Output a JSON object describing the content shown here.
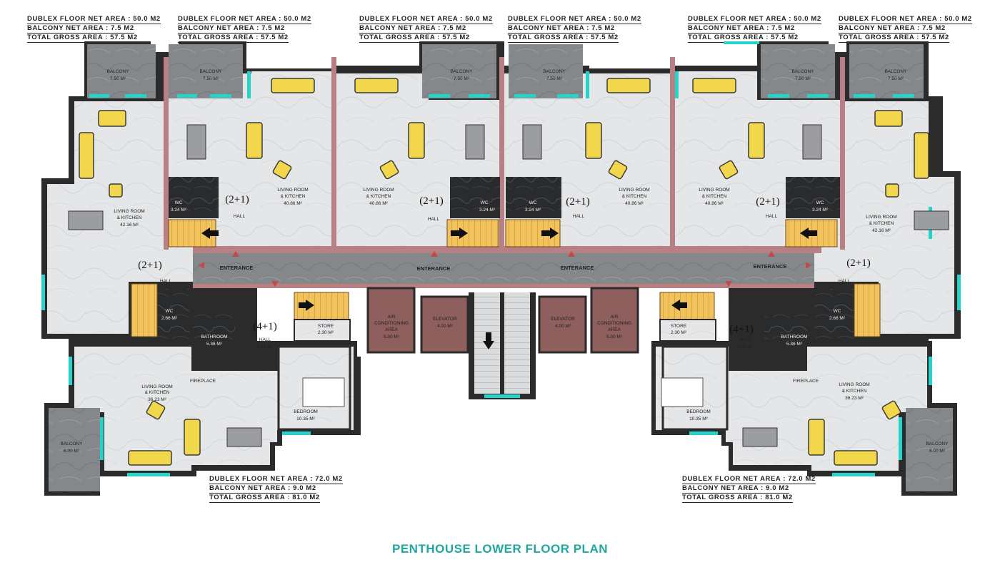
{
  "title": {
    "text": "PENTHOUSE LOWER FLOOR PLAN",
    "color": "#1fa7a0"
  },
  "colors": {
    "wall_red": "#b87f84",
    "wall_dark": "#2b2b2b",
    "marble": "#e4e6e8",
    "balcony": "#7f8285",
    "corridor": "#8e9194",
    "window": "#27d3c9",
    "furniture": "#f2d64b",
    "stair": "#f2c35c",
    "service_room": "#8e5f5c"
  },
  "dublex_2plus1": {
    "line1": "DUBLEX FLOOR NET AREA : 50.0 M2",
    "line2": "BALCONY NET AREA : 7.5 M2",
    "line3": "TOTAL GROSS AREA : 57.5 M2"
  },
  "dublex_4plus1": {
    "line1": "DUBLEX FLOOR NET AREA : 72.0 M2",
    "line2": "BALCONY NET AREA : 9.0 M2",
    "line3": "TOTAL GROSS AREA : 81.0 M2"
  },
  "rooms": {
    "balcony": "BALCONY",
    "balcony_7_50": "7.50 M²",
    "balcony_6_00": "6.00 M²",
    "living_kitchen_1": "LIVING ROOM",
    "living_kitchen_2": "& KITCHEN",
    "living_40_86": "40.86 M²",
    "living_42_16": "42.16 M²",
    "living_36_23": "36.23 M²",
    "wc": "WC",
    "wc_3_24": "3.24 M²",
    "wc_2_66": "2.66 M²",
    "hall": "HALL",
    "hall_9_18": "9.18 M²",
    "bathroom": "BATHROOM",
    "bathroom_5_36": "5.36 M²",
    "store": "STORE",
    "store_2_30": "2.30 M²",
    "bedroom": "BEDROOM",
    "bedroom_10_35": "10.35 M²",
    "fireplace": "FIREPLACE",
    "elevator": "ELEVATOR",
    "elevator_4_00": "4.00 M²",
    "ac_1": "AIR",
    "ac_2": "CONDITIONING",
    "ac_3": "AREA",
    "ac_5_00": "5.00 M²",
    "entrance": "ENTERANCE",
    "type_2plus1": "(2+1)",
    "type_4plus1": "(4+1)"
  }
}
